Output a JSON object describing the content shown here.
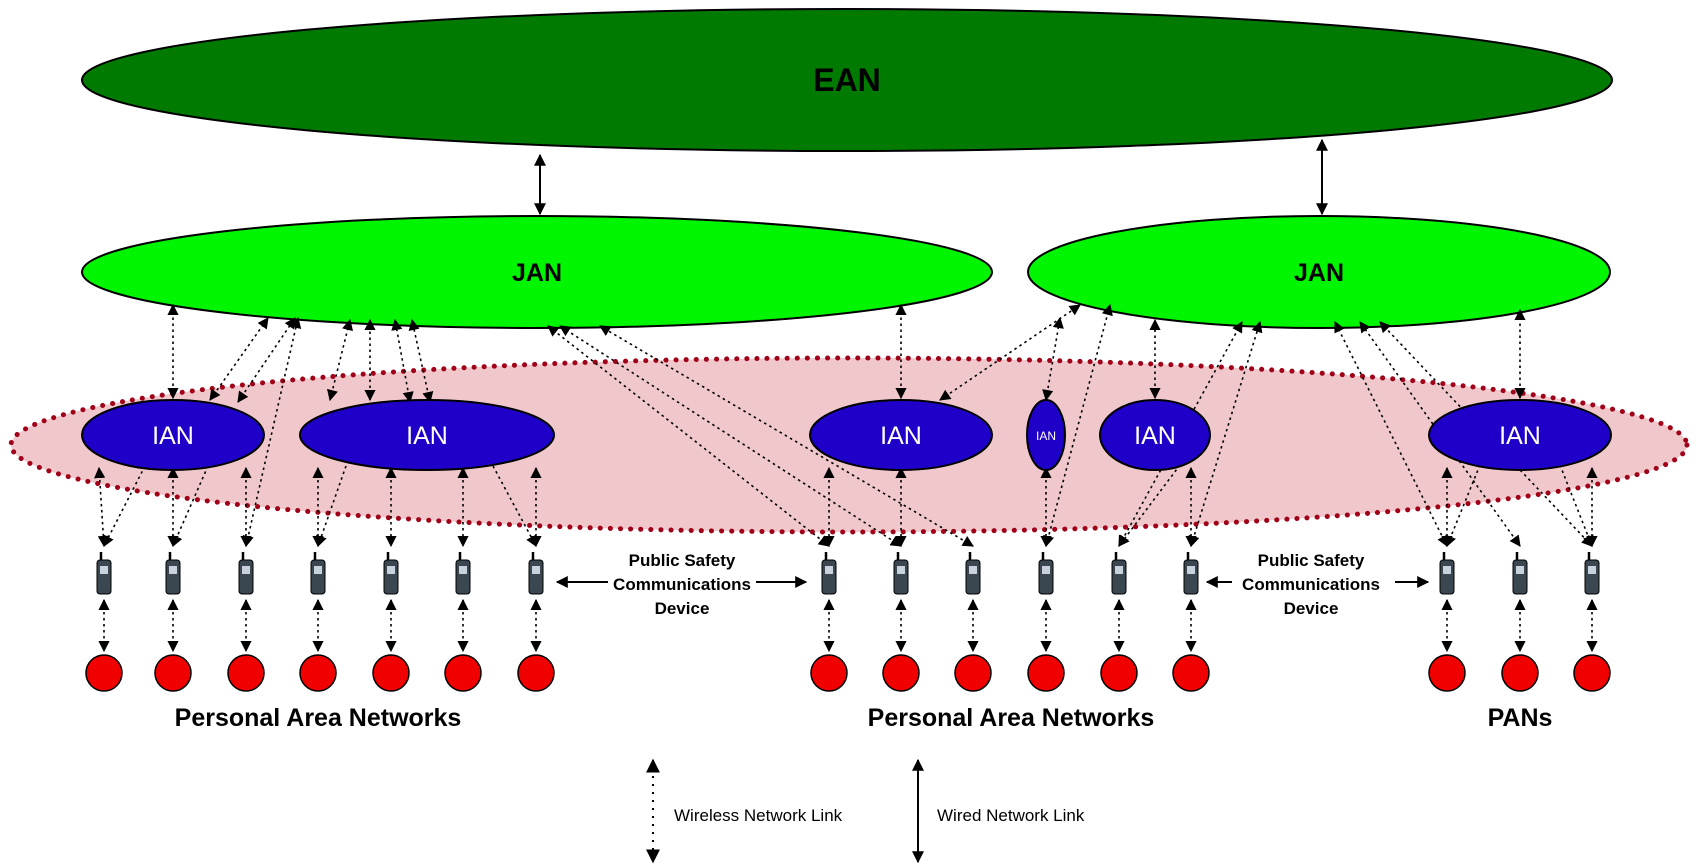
{
  "ean": {
    "label": "EAN"
  },
  "jans": [
    {
      "label": "JAN"
    },
    {
      "label": "JAN"
    }
  ],
  "ians": [
    {
      "label": "IAN"
    },
    {
      "label": "IAN"
    },
    {
      "label": "IAN"
    },
    {
      "label": "IAN"
    },
    {
      "label": "IAN"
    },
    {
      "label": "IAN"
    }
  ],
  "device_labels": [
    {
      "line1": "Public Safety",
      "line2": "Communications",
      "line3": "Device"
    },
    {
      "line1": "Public Safety",
      "line2": "Communications",
      "line3": "Device"
    }
  ],
  "pan_labels": [
    "Personal Area Networks",
    "Personal Area Networks",
    "PANs"
  ],
  "legend": {
    "wireless": "Wireless Network Link",
    "wired": "Wired Network Link"
  },
  "colors": {
    "ean_fill": "#007a00",
    "jan_fill": "#00f500",
    "ian_fill": "#1f00c8",
    "region_fill": "#f0c8cc",
    "region_border": "#a00018",
    "pan_node": "#f00000",
    "device": "#3a4650"
  }
}
